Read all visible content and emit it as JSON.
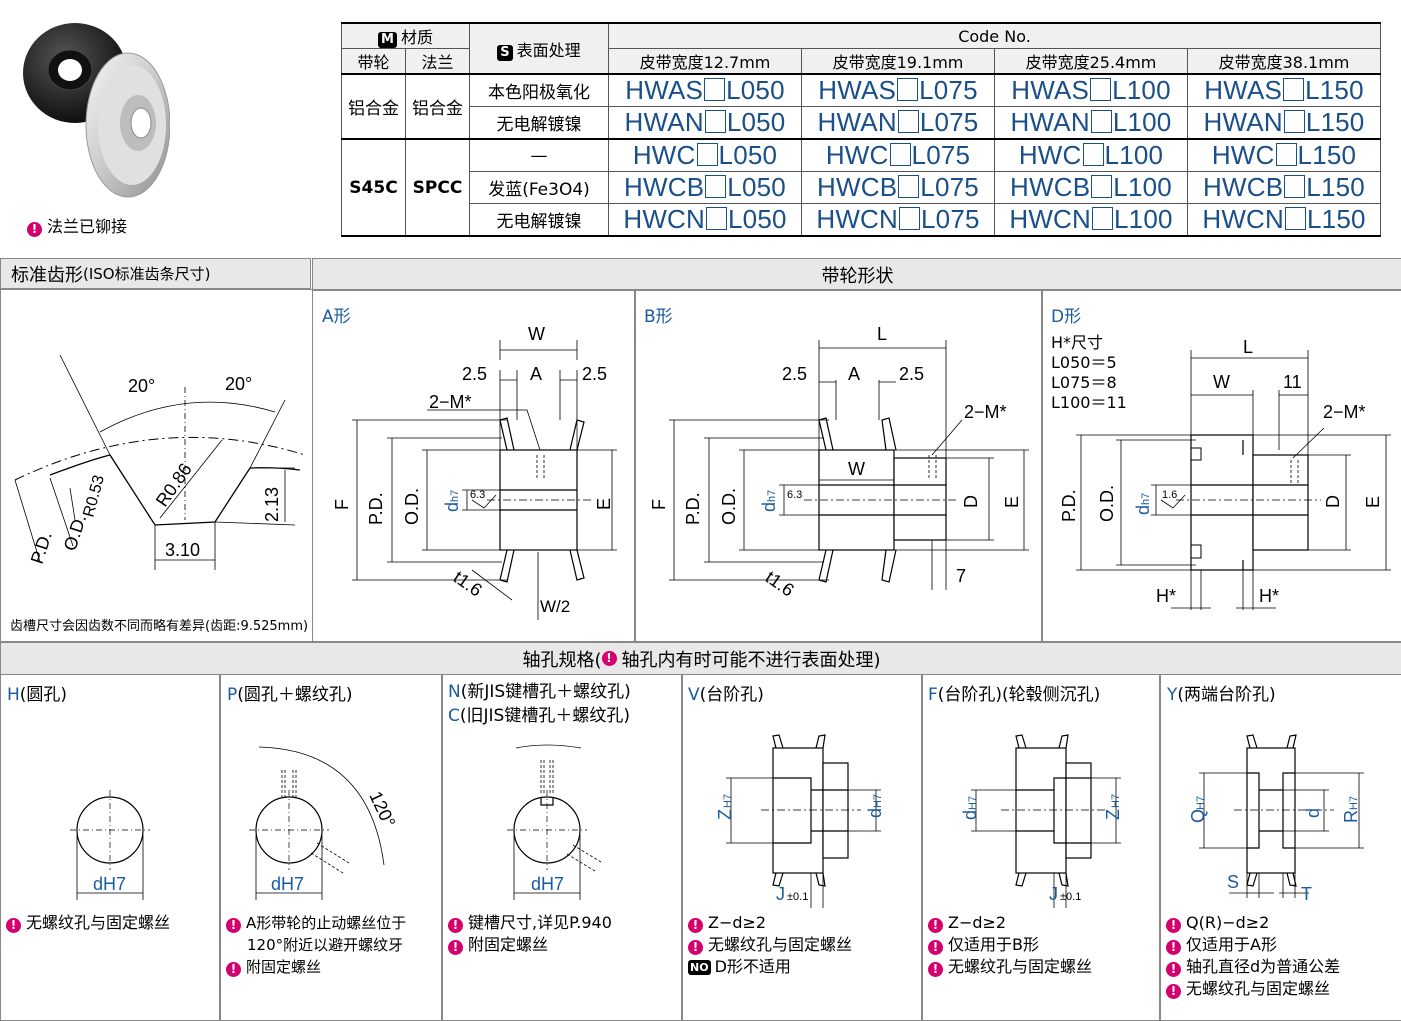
{
  "product_note": "法兰已铆接",
  "table": {
    "material_head": "材质",
    "material_mark": "M",
    "pulley_head": "带轮",
    "flange_head": "法兰",
    "surface_mark": "S",
    "surface_head": "表面处理",
    "code_head": "Code No.",
    "widths": [
      "皮带宽度12.7mm",
      "皮带宽度19.1mm",
      "皮带宽度25.4mm",
      "皮带宽度38.1mm"
    ],
    "groups": [
      {
        "pulley": "铝合金",
        "flange": "铝合金",
        "rows": [
          {
            "surface": "本色阳极氧化",
            "prefix": "HWAS",
            "suffixes": [
              "L050",
              "L075",
              "L100",
              "L150"
            ]
          },
          {
            "surface": "无电解镀镍",
            "prefix": "HWAN",
            "suffixes": [
              "L050",
              "L075",
              "L100",
              "L150"
            ]
          }
        ]
      },
      {
        "pulley": "S45C",
        "flange": "SPCC",
        "rows": [
          {
            "surface": "—",
            "prefix": "HWC",
            "suffixes": [
              "L050",
              "L075",
              "L100",
              "L150"
            ]
          },
          {
            "surface": "发蓝(Fe3O4)",
            "prefix": "HWCB",
            "suffixes": [
              "L050",
              "L075",
              "L100",
              "L150"
            ]
          },
          {
            "surface": "无电解镀镍",
            "prefix": "HWCN",
            "suffixes": [
              "L050",
              "L075",
              "L100",
              "L150"
            ]
          }
        ]
      }
    ]
  },
  "tooth": {
    "header": "标准齿形",
    "header_sub": "(ISO标准齿条尺寸)",
    "angle1": "20°",
    "angle2": "20°",
    "r1": "R0.53",
    "r2": "R0.86",
    "depth": "2.13",
    "width": "3.10",
    "pd": "P.D.",
    "od": "O.D.",
    "footnote": "齿槽尺寸会因齿数不同而略有差异(齿距:9.525mm)"
  },
  "shape": {
    "header": "带轮形状",
    "a_title": "A形",
    "b_title": "B形",
    "d_title": "D形",
    "d_note_title": "H*尺寸",
    "d_notes": [
      "L050＝5",
      "L075＝8",
      "L100＝11"
    ],
    "W": "W",
    "A": "A",
    "L": "L",
    "d25": "2.5",
    "M": "2−M*",
    "F": "F",
    "PD": "P.D.",
    "OD": "O.D.",
    "d": "d",
    "h7": "h7",
    "rough63": "6.3",
    "rough16": "1.6",
    "E": "E",
    "D": "D",
    "t16": "t1.6",
    "W2": "W/2",
    "seven": "7",
    "eleven": "11",
    "Hs": "H*"
  },
  "bore": {
    "header": "轴孔规格(",
    "header_note": "轴孔内有时可能不进行表面处理)",
    "types": [
      {
        "code": "H",
        "name": "(圆孔)",
        "notes": [
          "无螺纹孔与固定螺丝"
        ]
      },
      {
        "code": "P",
        "name": "(圆孔＋螺纹孔)",
        "notes": [
          "A形带轮的止动螺丝位于",
          "120°附近以避开螺纹牙",
          "附固定螺丝"
        ]
      },
      {
        "code": "N",
        "name": "(新JIS键槽孔＋螺纹孔)",
        "code2": "C",
        "name2": "(旧JIS键槽孔＋螺纹孔)",
        "notes": [
          "键槽尺寸,详见P.940",
          "附固定螺丝"
        ]
      },
      {
        "code": "V",
        "name": "(台阶孔)",
        "notes": [
          "Z−d≥2",
          "无螺纹孔与固定螺丝",
          "D形不适用"
        ]
      },
      {
        "code": "F",
        "name": "(台阶孔)(轮毂侧沉孔)",
        "notes": [
          "Z−d≥2",
          "仅适用于B形",
          "无螺纹孔与固定螺丝"
        ]
      },
      {
        "code": "Y",
        "name": "(两端台阶孔)",
        "notes": [
          "Q(R)−d≥2",
          "仅适用于A形",
          "轴孔直径d为普通公差",
          "无螺纹孔与固定螺丝"
        ]
      }
    ],
    "dh7": "dH7",
    "angle120": "120°",
    "J": "J",
    "j01": "±0.1",
    "Z": "Z",
    "Q": "Q",
    "R": "R",
    "S": "S",
    "T": "T",
    "H7": "H7",
    "no_mark": "NO",
    "bullet_mark": "!"
  },
  "colors": {
    "code_blue": "#1a4f8a",
    "accent_blue": "#1a5aa0",
    "bullet": "#d4006e",
    "header_bg": "#e8e8e8"
  }
}
